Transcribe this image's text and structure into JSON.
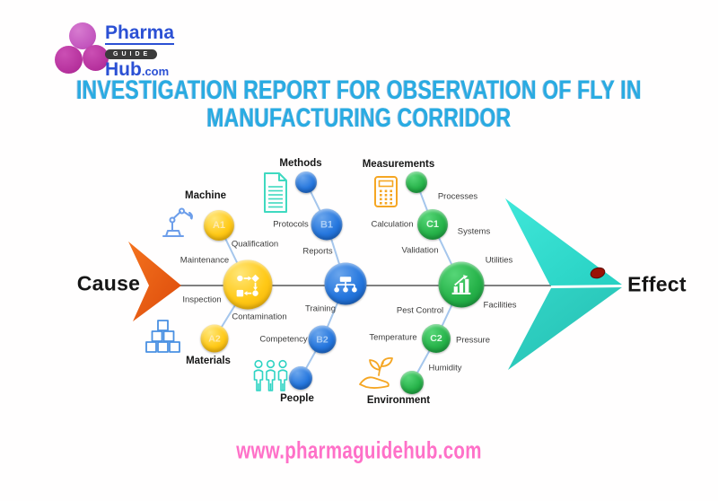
{
  "logo": {
    "pharma": "Pharma",
    "guide": "GUIDE",
    "hub": "Hub",
    "tld": ".com"
  },
  "title": {
    "line1": "INVESTIGATION REPORT FOR OBSERVATION OF FLY IN",
    "line2": "MANUFACTURING CORRIDOR",
    "color": "#29ABE2"
  },
  "diagram": {
    "cause": "Cause",
    "effect": "Effect",
    "categories": {
      "machine": "Machine",
      "materials": "Materials",
      "methods": "Methods",
      "people": "People",
      "measurements": "Measurements",
      "environment": "Environment"
    },
    "nodes": {
      "a1": "A1",
      "a2": "A2",
      "b1": "B1",
      "b2": "B2",
      "c1": "C1",
      "c2": "C2"
    },
    "labels": {
      "qualification": "Qualification",
      "maintenance": "Maintenance",
      "inspection": "Inspection",
      "contamination": "Contamination",
      "protocols": "Protocols",
      "reports": "Reports",
      "training": "Training",
      "competency": "Competency",
      "calculation": "Calculation",
      "validation": "Validation",
      "processes": "Processes",
      "systems": "Systems",
      "utilities": "Utilities",
      "facilities": "Facilities",
      "pest_control": "Pest Control",
      "temperature": "Temperature",
      "pressure": "Pressure",
      "humidity": "Humidity"
    },
    "colors": {
      "cause_arrow": "#EB5517",
      "effect_fish_tail": "#32DECF",
      "machine_materials_nodes": "#FFC917",
      "methods_people_nodes": "#2677DE",
      "measurements_environment_nodes": "#27B34A",
      "branch_line": "#A5C6EC",
      "spine_line": "#6E6E6E",
      "fish_eye": "#9A1205"
    }
  },
  "footer": {
    "url": "www.pharmaguidehub.com",
    "color": "#FF70C8"
  }
}
